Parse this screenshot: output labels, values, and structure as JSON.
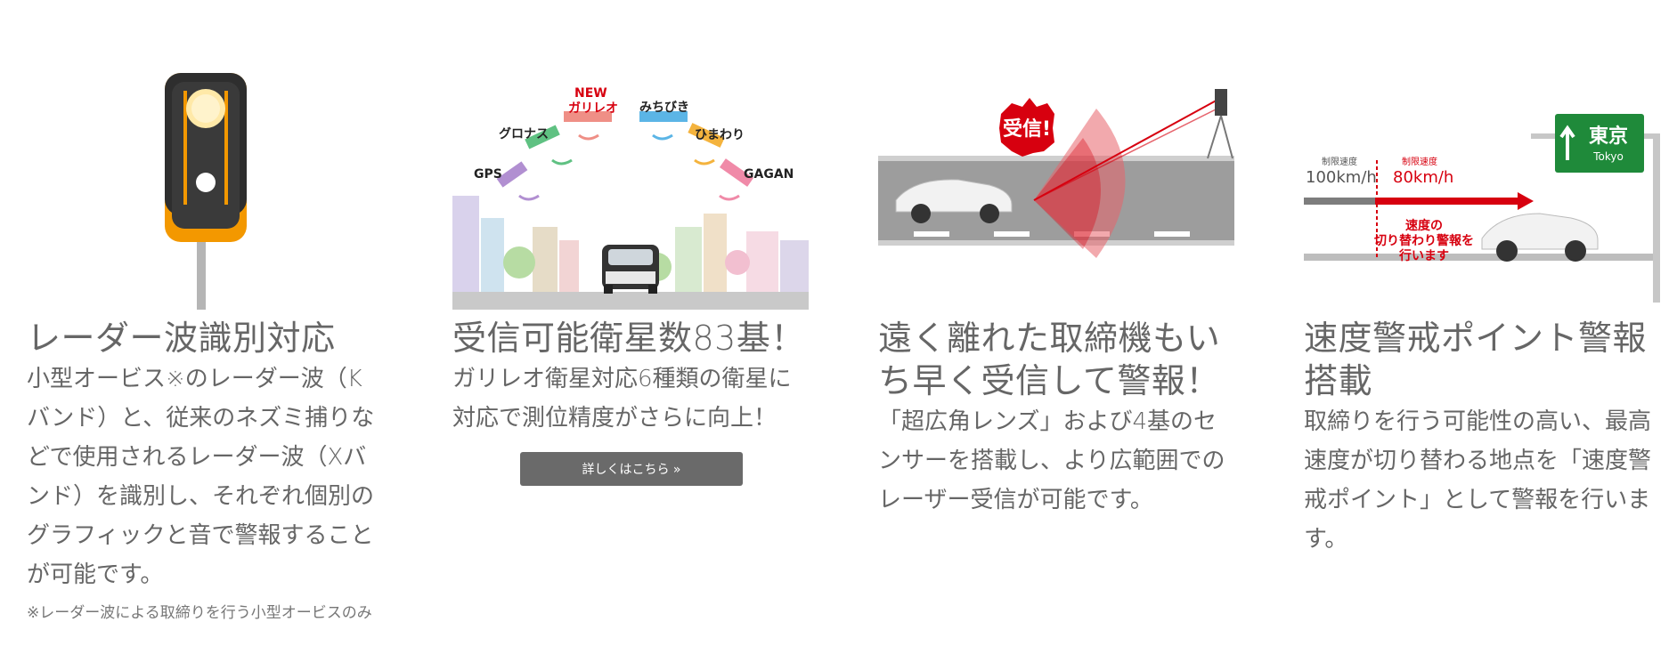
{
  "features": [
    {
      "title": "レーダー波識別対応",
      "body": "小型オービス※のレーダー波（Kバンド）と、従来のネズミ捕りなどで使用されるレーダー波（Xバンド）を識別し、それぞれ個別のグラフィックと音で警報することが可能です。",
      "note": "※レーダー波による取締りを行う小型オービスのみ"
    },
    {
      "title": "受信可能衛星数83基！",
      "body": "ガリレオ衛星対応6種類の衛星に対応で測位精度がさらに向上！",
      "button_label": "詳しくはこちら »",
      "satellite_labels": {
        "gps": "GPS",
        "glonass": "グロナス",
        "new": "NEW",
        "galileo": "ガリレオ",
        "michibiki": "みちびき",
        "himawari": "ひまわり",
        "gagan": "GAGAN"
      }
    },
    {
      "title": "遠く離れた取締機もいち早く受信して警報！",
      "body": "「超広角レンズ」および4基のセンサーを搭載し、より広範囲でのレーザー受信が可能です。",
      "badge_label": "受信!"
    },
    {
      "title": "速度警戒ポイント警報搭載",
      "body": "取締りを行う可能性の高い、最高速度が切り替わる地点を「速度警戒ポイント」として警報を行います。",
      "limit_caption_1": "制限速度",
      "limit_value_1": "100km/h",
      "limit_caption_2": "制限速度",
      "limit_value_2": "80km/h",
      "alert_line_1": "速度の",
      "alert_line_2": "切り替わり警報を",
      "alert_line_3": "行います",
      "sign_city": "東京",
      "sign_city_en": "Tokyo"
    }
  ],
  "colors": {
    "accent_red": "#d7000f",
    "button_bg": "#6a6a6a",
    "sign_green": "#1f8a3a",
    "signal_orange": "#f39800"
  }
}
